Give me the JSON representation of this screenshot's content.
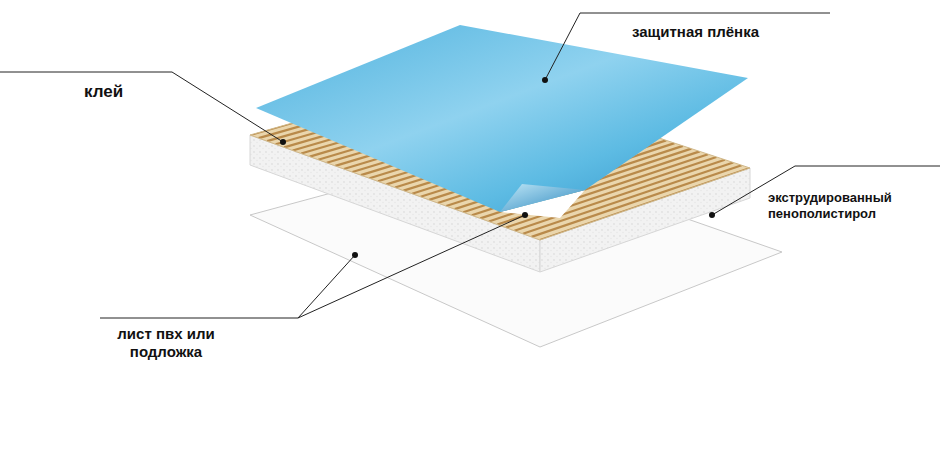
{
  "diagram": {
    "labels": [
      "защитная плёнка",
      "клей",
      "экструдированный пенополистирол",
      "лист пвх или подложка"
    ]
  }
}
